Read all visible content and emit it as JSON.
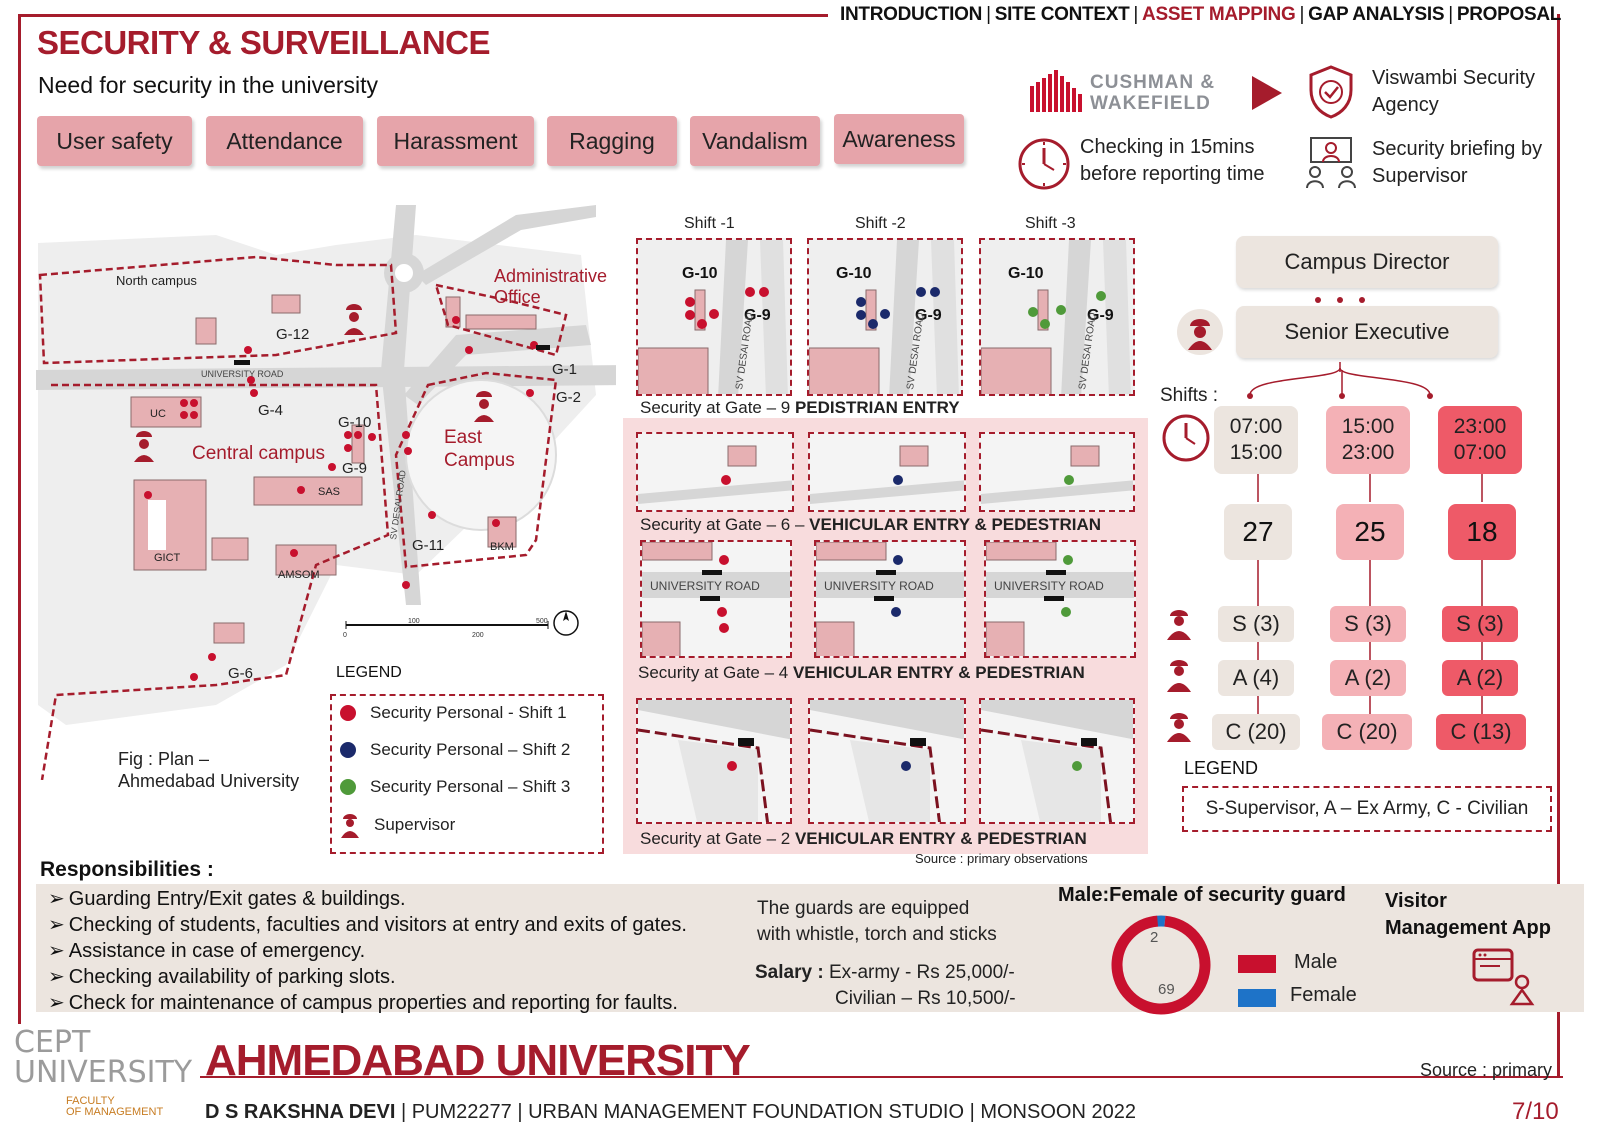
{
  "nav": {
    "items": [
      "INTRODUCTION",
      "SITE CONTEXT",
      "ASSET MAPPING",
      "GAP ANALYSIS",
      "PROPOSAL"
    ],
    "active": "ASSET MAPPING"
  },
  "title": "SECURITY & SURVEILLANCE",
  "subtitle": "Need for security in the university",
  "needs": [
    "User safety",
    "Attendance",
    "Harassment",
    "Ragging",
    "Vandalism",
    "Awareness"
  ],
  "agency": {
    "logo_line1": "CUSHMAN &",
    "logo_line2": "WAKEFIELD",
    "name_line1": "Viswambi Security",
    "name_line2": "Agency",
    "checkin_line1": "Checking in 15mins",
    "checkin_line2": "before reporting time",
    "briefing_line1": "Security briefing by",
    "briefing_line2": "Supervisor"
  },
  "map": {
    "north_campus": "North campus",
    "admin_line1": "Administrative",
    "admin_line2": "Office",
    "central_campus": "Central campus",
    "east_line1": "East",
    "east_line2": "Campus",
    "university_road": "UNIVERSITY ROAD",
    "sv_desai_road": "SV DESAI ROAD",
    "buildings": [
      "UC",
      "SAS",
      "GICT",
      "AMSOM",
      "BKM"
    ],
    "gates": [
      "G-12",
      "G-1",
      "G-2",
      "G-4",
      "G-10",
      "G-9",
      "G-11",
      "G-6"
    ],
    "scale_ticks": [
      "0",
      "100",
      "200",
      "500"
    ]
  },
  "fig_caption_line1": "Fig : Plan –",
  "fig_caption_line2": "Ahmedabad University",
  "legend": {
    "title": "LEGEND",
    "items": [
      {
        "label": "Security Personal - Shift 1",
        "color": "#c8102e"
      },
      {
        "label": "Security Personal – Shift 2",
        "color": "#1b2a6b"
      },
      {
        "label": "Security Personal – Shift 3",
        "color": "#4f9a3a"
      },
      {
        "label": "Supervisor",
        "icon": "guard-icon"
      }
    ]
  },
  "shifts_panel": {
    "headers": [
      "Shift -1",
      "Shift -2",
      "Shift -3"
    ],
    "shift_colors": [
      "#c8102e",
      "#1b2a6b",
      "#4f9a3a"
    ],
    "gate9_labels": [
      "G-10",
      "G-9"
    ],
    "road_label": "SV DESAI ROAD",
    "university_road": "UNIVERSITY ROAD",
    "caption_gate9_a": "Security at Gate – 9 ",
    "caption_gate9_b": "PEDISTRIAN ENTRY",
    "caption_gate6_a": "Security at Gate – 6 – ",
    "caption_gate6_b": "VEHICULAR ENTRY & PEDESTRIAN",
    "caption_gate4_a": "Security at Gate – 4 ",
    "caption_gate4_b": "VEHICULAR ENTRY & PEDESTRIAN",
    "caption_gate2_a": "Security at Gate – 2 ",
    "caption_gate2_b": "VEHICULAR ENTRY & PEDESTRIAN",
    "source": "Source : primary observations"
  },
  "org": {
    "director": "Campus Director",
    "executive": "Senior Executive",
    "shifts_label": "Shifts :",
    "shifts": [
      {
        "start": "07:00",
        "end": "15:00",
        "count": "27",
        "s": "S (3)",
        "a": "A (4)",
        "c": "C (20)",
        "color": "#ece5df"
      },
      {
        "start": "15:00",
        "end": "23:00",
        "count": "25",
        "s": "S (3)",
        "a": "A (2)",
        "c": "C (20)",
        "color": "#f4b1b6"
      },
      {
        "start": "23:00",
        "end": "07:00",
        "count": "18",
        "s": "S (3)",
        "a": "A (2)",
        "c": "C (13)",
        "color": "#ee5a68"
      }
    ],
    "legend_title": "LEGEND",
    "legend_text": "S-Supervisor, A – Ex Army, C - Civilian"
  },
  "responsibilities": {
    "title": "Responsibilities :",
    "items": [
      "Guarding  Entry/Exit gates & buildings.",
      "Checking of students, faculties and visitors at entry and exits of gates.",
      "Assistance in case of emergency.",
      "Checking availability of parking slots.",
      "Check for maintenance of campus properties and reporting for faults."
    ]
  },
  "equipment_line1": "The guards are equipped",
  "equipment_line2": "with whistle, torch and sticks",
  "salary": {
    "label": "Salary :",
    "army": "Ex-army - Rs 25,000/-",
    "civilian": "Civilian – Rs 10,500/-"
  },
  "chart_data": {
    "type": "pie",
    "title": "Male:Female of security guard",
    "categories": [
      "Male",
      "Female"
    ],
    "values": [
      69,
      2
    ],
    "colors": [
      "#c8102e",
      "#1e73c8"
    ],
    "legend": "right"
  },
  "visitor_line1": "Visitor",
  "visitor_line2": "Management App",
  "footer": {
    "cept_line1": "CEPT",
    "cept_line2": "UNIVERSITY",
    "faculty_line1": "FACULTY",
    "faculty_line2": "OF MANAGEMENT",
    "title": "AHMEDABAD UNIVERSITY",
    "source": "Source : primary",
    "author": "D S RAKSHNA DEVI",
    "code": "PUM22277",
    "studio": "URBAN MANAGEMENT FOUNDATION STUDIO",
    "term": "MONSOON 2022",
    "page": "7/10"
  }
}
